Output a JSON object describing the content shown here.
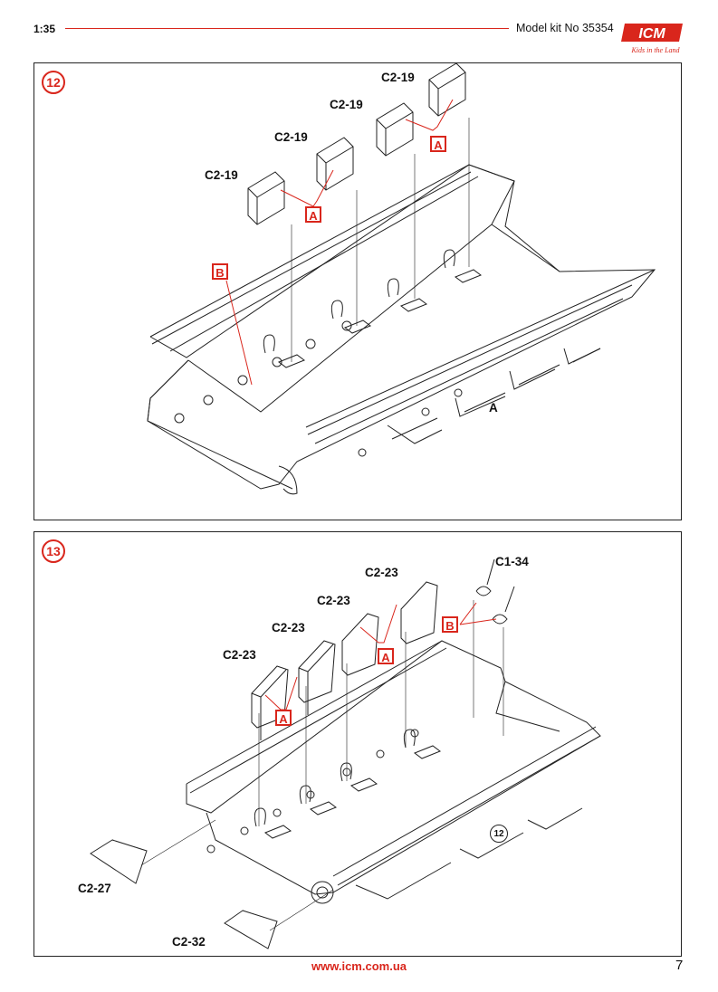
{
  "header": {
    "scale": "1:35",
    "model": "Model kit No 35354",
    "logo_text": "ICM",
    "logo_tagline": "Kids in the Land"
  },
  "step12": {
    "number": "12",
    "part_labels": [
      "C2-19",
      "C2-19",
      "C2-19",
      "C2-19"
    ],
    "tag_a": "A",
    "tag_b": "B",
    "view_label": "A"
  },
  "step13": {
    "number": "13",
    "part_labels": [
      "C2-23",
      "C2-23",
      "C2-23",
      "C2-23"
    ],
    "c1_label": "C1-34",
    "c27_label": "C2-27",
    "c32_label": "C2-32",
    "tag_a": "A",
    "tag_b": "B",
    "ref_step": "12"
  },
  "footer": {
    "url": "www.icm.com.ua",
    "page": "7"
  },
  "colors": {
    "accent": "#d9261c",
    "line": "#222222"
  }
}
